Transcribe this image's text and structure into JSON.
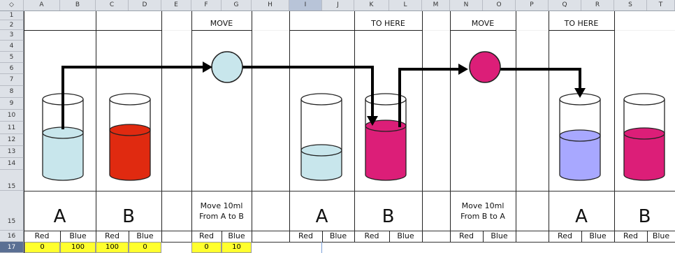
{
  "column_headers": [
    "◇",
    "A",
    "B",
    "C",
    "D",
    "E",
    "F",
    "G",
    "H",
    "I",
    "J",
    "K",
    "L",
    "M",
    "N",
    "O",
    "P",
    "Q",
    "R",
    "S",
    "T"
  ],
  "row_numbers": [
    "1",
    "2",
    "3",
    "4",
    "5",
    "6",
    "7",
    "8",
    "9",
    "10",
    "11",
    "12",
    "13",
    "14",
    "15",
    "16",
    "17"
  ],
  "selected_column": "I",
  "selected_row": "17",
  "labels": {
    "move": "MOVE",
    "to_here": "TO HERE",
    "a": "A",
    "b": "B",
    "red": "Red",
    "blue": "Blue"
  },
  "steps": {
    "step1_line1": "Move 10ml",
    "step1_line2": "From A to B",
    "step2_line1": "Move 10ml",
    "step2_line2": "From B to A"
  },
  "values": {
    "a_red": "0",
    "a_blue": "100",
    "b_red": "100",
    "b_blue": "0",
    "move_red": "0",
    "move_blue": "10"
  },
  "colors": {
    "light_blue": "#c8e6ec",
    "red": "#e02a10",
    "magenta": "#dc1e78",
    "lavender": "#a8a8ff",
    "yellow": "#ffff2e"
  }
}
